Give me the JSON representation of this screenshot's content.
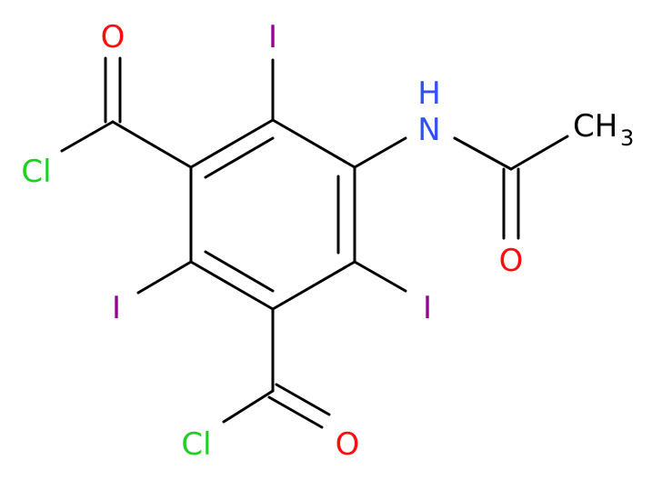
{
  "molecule": {
    "atoms": {
      "o_top": "O",
      "cl_left": "Cl",
      "i_top": "I",
      "n_amide": "N",
      "h_amide": "H",
      "ch3_c": "CH",
      "ch3_sub": "3",
      "o_amide": "O",
      "i_left": "I",
      "i_right": "I",
      "cl_bottom": "Cl",
      "o_bottom": "O"
    },
    "colors": {
      "bond": "#000000",
      "oxygen": "#ff0d0d",
      "chlorine": "#1fd01f",
      "iodine": "#940094",
      "nitrogen": "#3050f8",
      "carbon": "#000000"
    }
  }
}
